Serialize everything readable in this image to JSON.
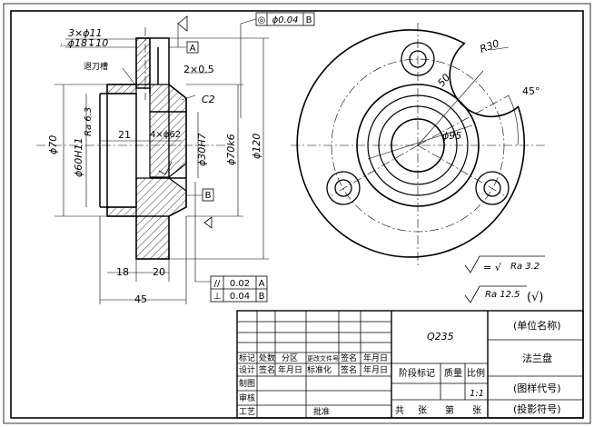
{
  "drawing": {
    "section_view": {
      "callout_holes": "3×ϕ11",
      "callout_cbore": "⌴ϕ18↧10",
      "undercut_label": "退刀槽",
      "datum_a": "A",
      "datum_b": "B",
      "chamfer_1": "2×0.5",
      "chamfer_2": "C2",
      "groove_size": "4×ϕ62",
      "dim_21": "21",
      "dim_phi70": "ϕ70",
      "dim_phi60h11": "ϕ60H11",
      "dim_phi30h7": "ϕ30H7",
      "dim_phi70k6": "ϕ70k6",
      "dim_phi120": "ϕ120",
      "roughness_bore": "Ra 6.3",
      "dim_18": "18",
      "dim_20": "20",
      "dim_45": "45"
    },
    "fcf_top": {
      "symbol": "◎",
      "tolerance": "ϕ0.04",
      "datum": "B"
    },
    "fcf_bottom": [
      {
        "symbol": "//",
        "tolerance": "0.02",
        "datum": "A"
      },
      {
        "symbol": "⊥",
        "tolerance": "0.04",
        "datum": "B"
      }
    ],
    "end_view": {
      "r30": "R30",
      "dim_50": "50",
      "angle_45": "45°",
      "dim_phi95": "ϕ95"
    },
    "roughness_notes": {
      "line1_value": "Ra 3.2",
      "line2_value": "Ra 12.5",
      "line2_tail": "(√)"
    }
  },
  "title_block": {
    "material": "Q235",
    "unit_name": "(单位名称)",
    "part_name": "法兰盘",
    "drawing_no": "(图样代号)",
    "projection_no": "(投影符号)",
    "row_labels_1": [
      "标记",
      "处数",
      "分区",
      "更改文件号",
      "签名",
      "年月日"
    ],
    "row_labels_2": [
      "设计",
      "签名",
      "年月日",
      "标准化",
      "签名",
      "年月日"
    ],
    "left_labels": [
      "制图",
      "审核",
      "工艺"
    ],
    "approve_label": "批准",
    "stage_label": "阶段标记",
    "weight_label": "质量",
    "scale_label": "比例",
    "scale_value": "1:1",
    "sheet_total": "共",
    "sheet_unit": "张",
    "sheet_no": "第",
    "sheet_unit2": "张"
  }
}
